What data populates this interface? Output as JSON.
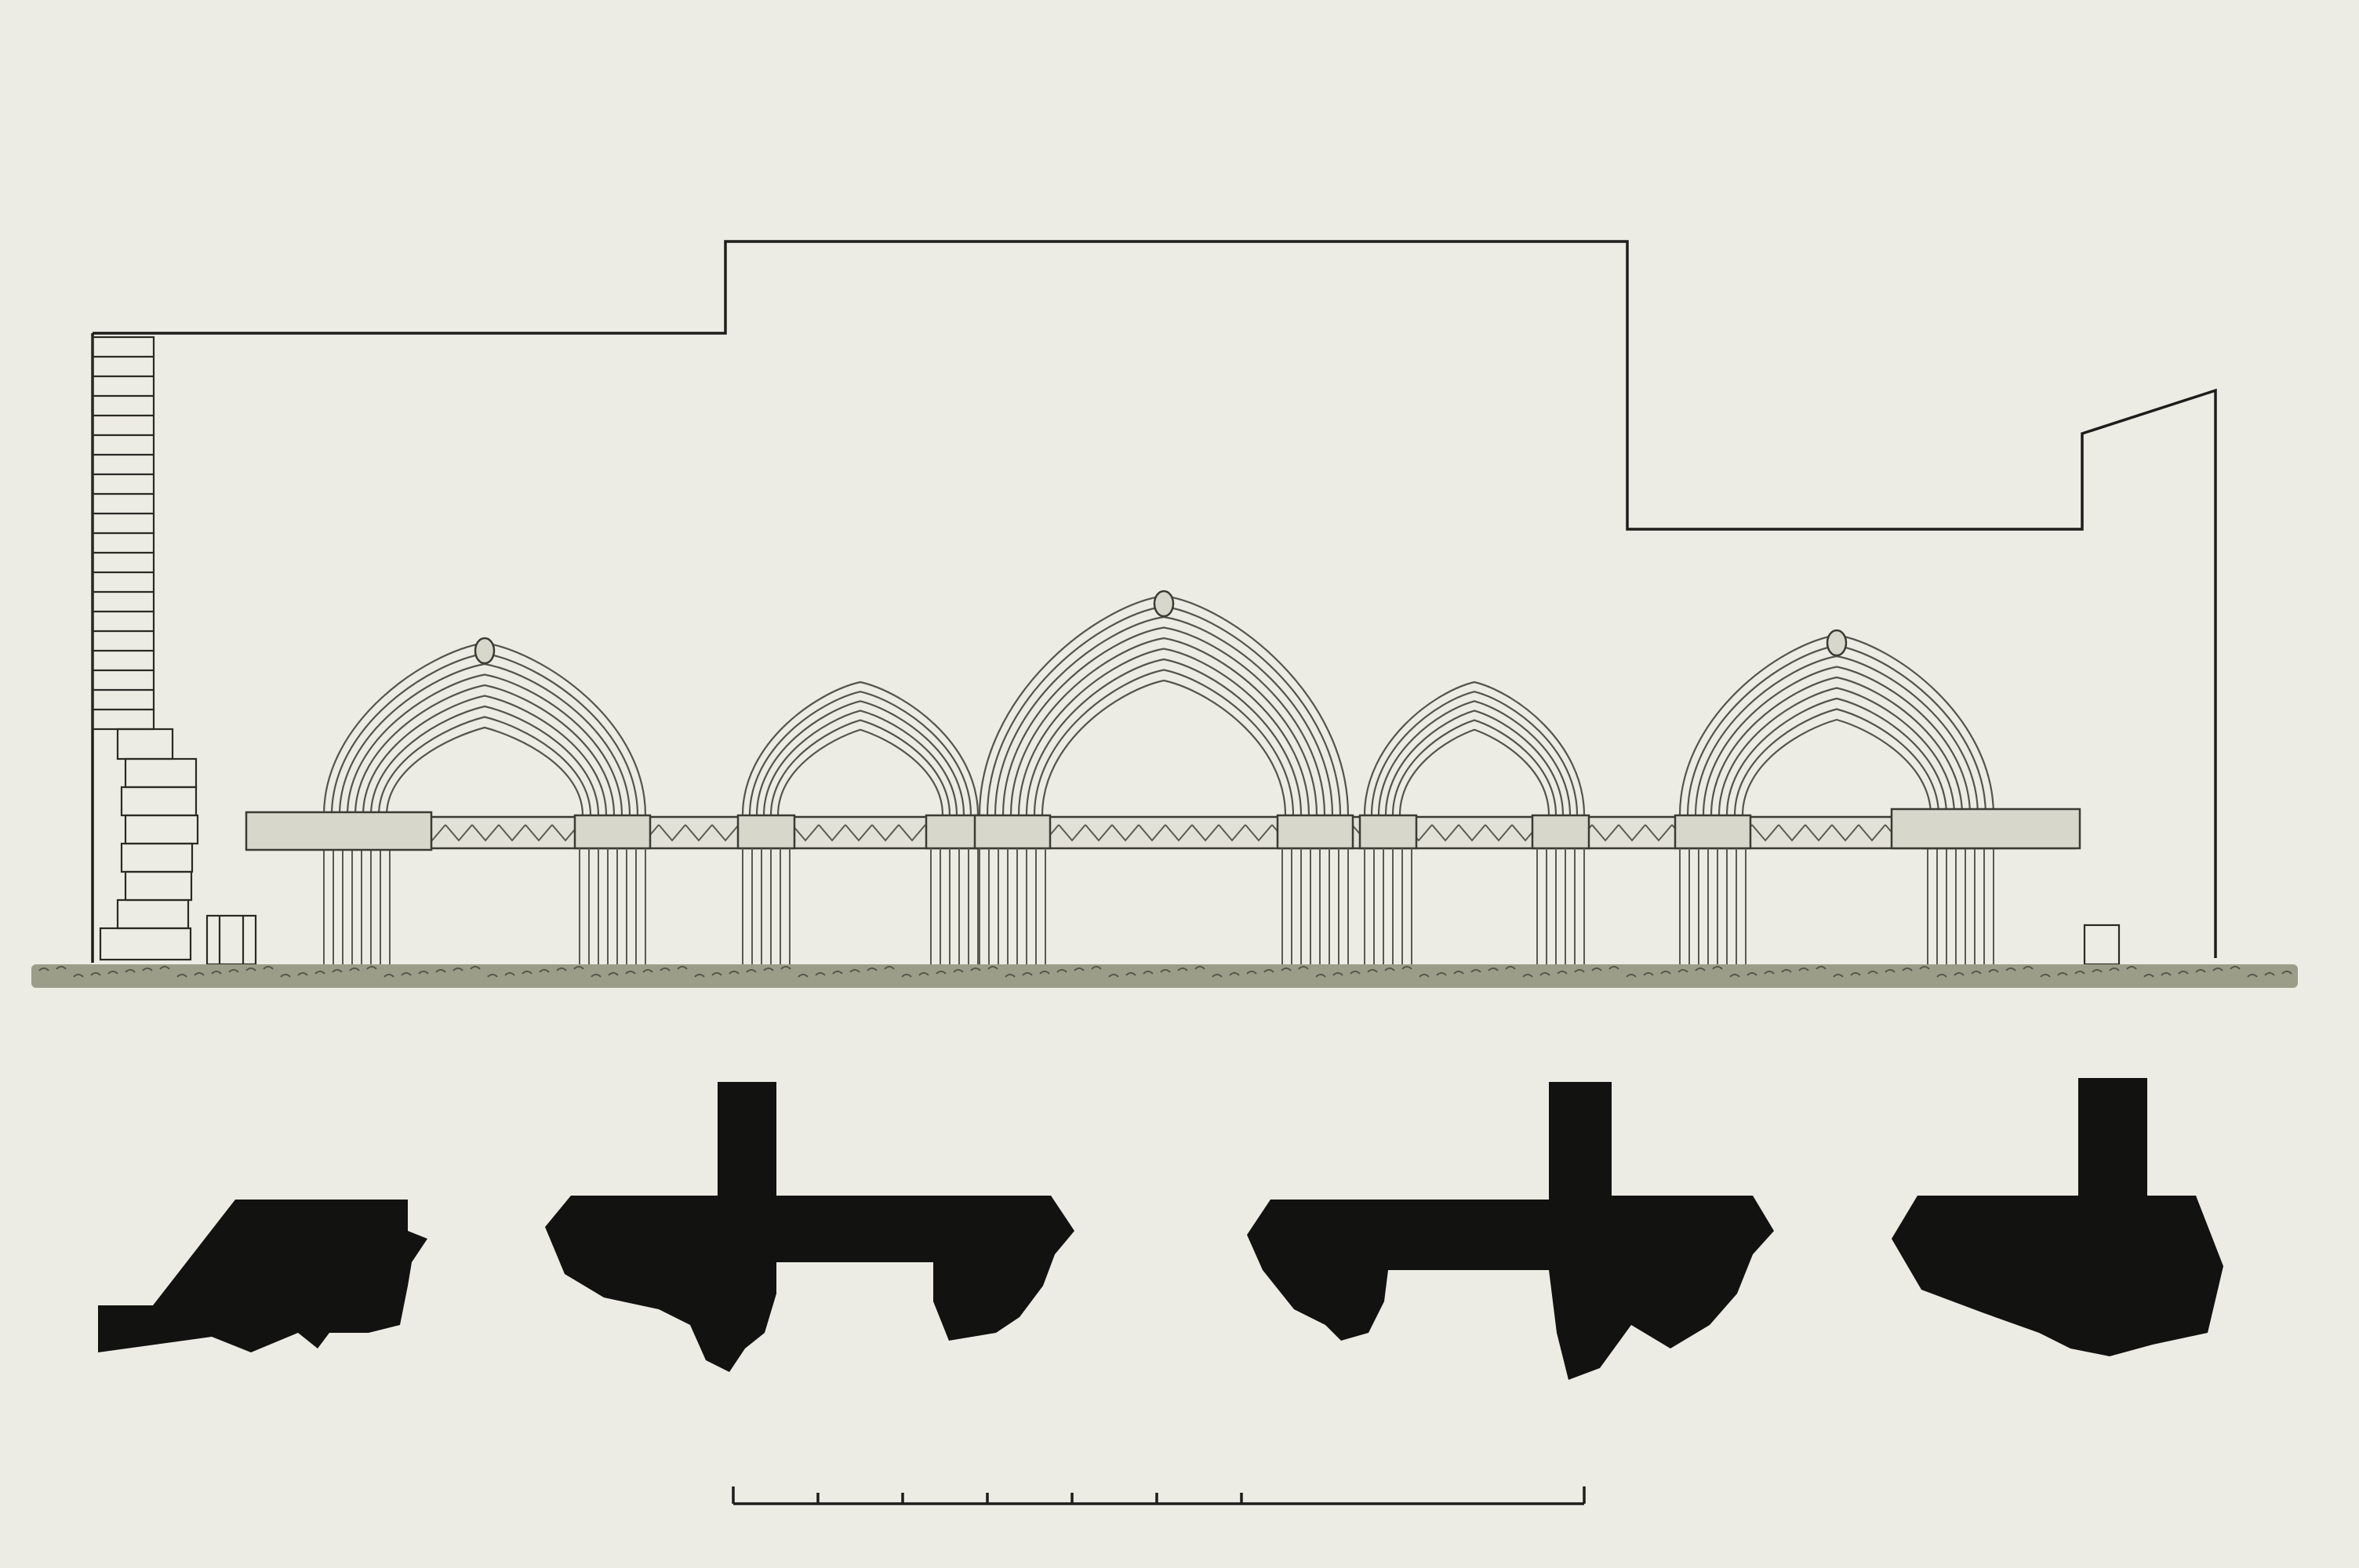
{
  "drawing": {
    "colors": {
      "paper": "#ecebe4",
      "ink": "#1d1d1a",
      "arch_stroke": "#54544a",
      "ground_band": "#9c9d88",
      "plan_fill": "#121210"
    },
    "elevation": {
      "arches": [
        {
          "kind": "large"
        },
        {
          "kind": "small"
        },
        {
          "kind": "large"
        },
        {
          "kind": "small"
        },
        {
          "kind": "large"
        }
      ]
    },
    "plan_section": {
      "piers": [
        {
          "kind": "end-left"
        },
        {
          "kind": "cross"
        },
        {
          "kind": "cross"
        },
        {
          "kind": "end-right"
        }
      ]
    },
    "scale_bar": {
      "divisions": 6,
      "labels": []
    }
  }
}
